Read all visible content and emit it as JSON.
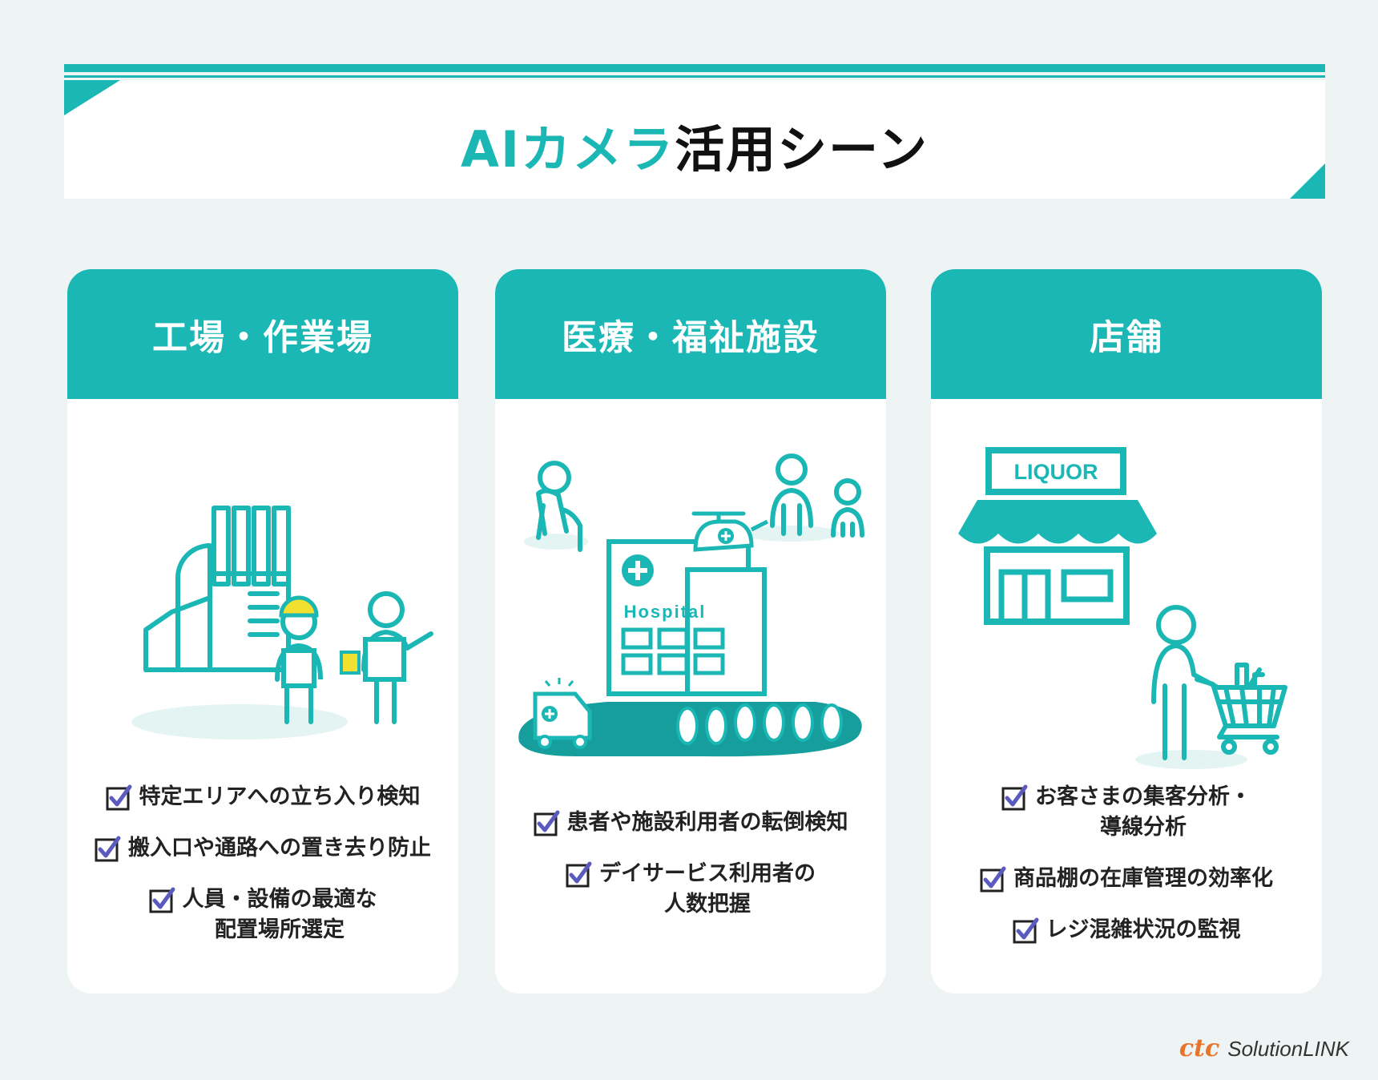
{
  "banner": {
    "title_accent": "AIカメラ",
    "title_rest": "活用シーン"
  },
  "colors": {
    "accent": "#1ab7b5",
    "yellow": "#f2e030",
    "check": "#5b5bbf",
    "orange": "#e8732a"
  },
  "cards": [
    {
      "title": "工場・作業場",
      "items": [
        "特定エリアへの立ち入り検知",
        "搬入口や通路への置き去り防止",
        "人員・設備の最適な\n配置場所選定"
      ]
    },
    {
      "title": "医療・福祉施設",
      "sign": "Hospital",
      "items": [
        "患者や施設利用者の転倒検知",
        "デイサービス利用者の\n人数把握"
      ]
    },
    {
      "title": "店舗",
      "sign": "LIQUOR",
      "items": [
        "お客さまの集客分析・\n導線分析",
        "商品棚の在庫管理の効率化",
        "レジ混雑状況の監視"
      ]
    }
  ],
  "icons": {
    "check": "checkbox-check-icon",
    "factory": "factory-icon",
    "worker": "worker-icon",
    "hospital": "hospital-icon",
    "store": "store-icon",
    "cart": "shopping-cart-icon"
  },
  "footer": {
    "brand": "ctc",
    "product": "SolutionLINK"
  }
}
